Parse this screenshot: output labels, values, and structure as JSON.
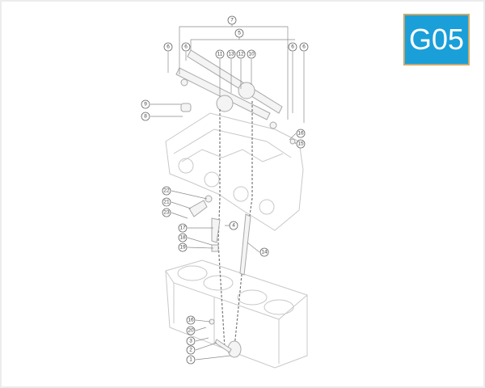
{
  "badge": {
    "label": "G05",
    "color": "#1a9fd9",
    "border_color": "#c9a96b"
  },
  "callouts": [
    {
      "label": "7"
    },
    {
      "label": "5"
    },
    {
      "label": "6"
    },
    {
      "label": "6"
    },
    {
      "label": "6"
    },
    {
      "label": "6"
    },
    {
      "label": "11"
    },
    {
      "label": "13"
    },
    {
      "label": "12"
    },
    {
      "label": "10"
    },
    {
      "label": "9"
    },
    {
      "label": "8"
    },
    {
      "label": "16"
    },
    {
      "label": "15"
    },
    {
      "label": "22"
    },
    {
      "label": "21"
    },
    {
      "label": "23"
    },
    {
      "label": "4"
    },
    {
      "label": "17"
    },
    {
      "label": "18"
    },
    {
      "label": "19"
    },
    {
      "label": "14"
    },
    {
      "label": "16"
    },
    {
      "label": "20"
    },
    {
      "label": "3"
    },
    {
      "label": "2"
    },
    {
      "label": "1"
    }
  ]
}
